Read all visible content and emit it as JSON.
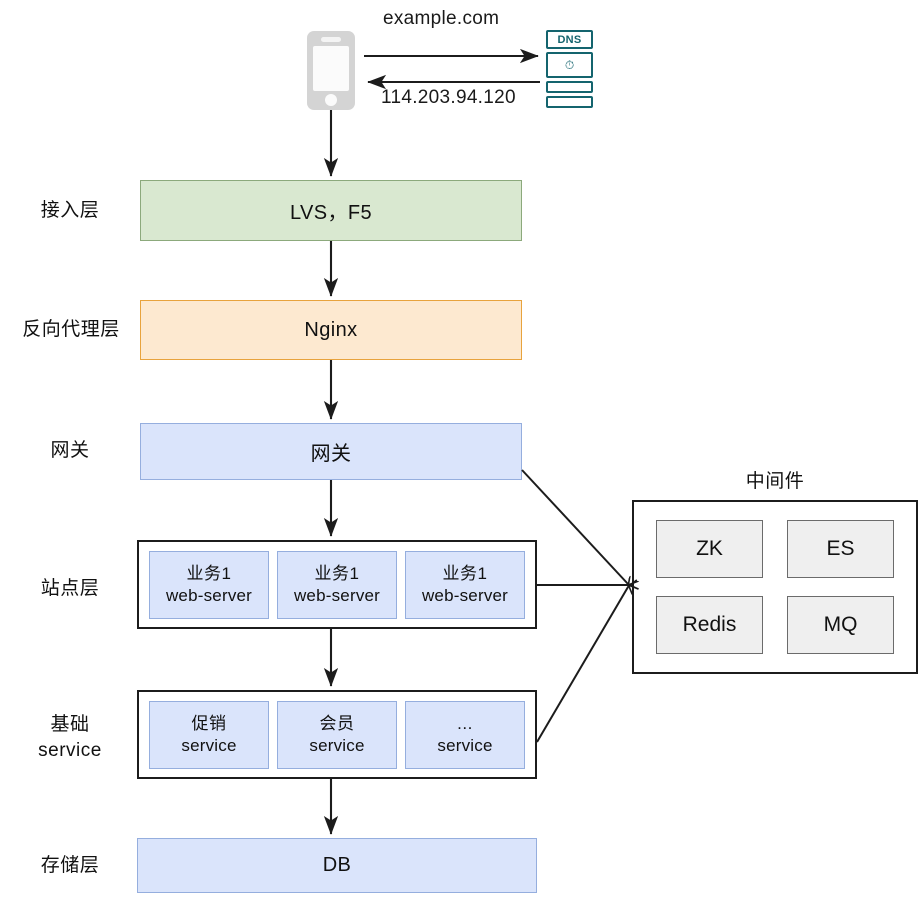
{
  "diagram": {
    "title_hidden": "",
    "top": {
      "request_label": "example.com",
      "response_label": "114.203.94.120",
      "client_icon": "mobile-phone-icon",
      "server_icon": "dns-server-icon",
      "server_label": "DNS",
      "server_glyph": "⏱"
    },
    "row_labels": {
      "access": "接入层",
      "reverse_proxy": "反向代理层",
      "gateway": "网关",
      "site": "站点层",
      "service": "基础\nservice",
      "storage": "存储层"
    },
    "layers": {
      "access": {
        "text": "LVS，F5",
        "fill": "#d9e8d0",
        "stroke": "#8ca97c"
      },
      "reverse_proxy": {
        "text": "Nginx",
        "fill": "#fde9d0",
        "stroke": "#e8a33d"
      },
      "gateway": {
        "text": "网关",
        "fill": "#dae4fb",
        "stroke": "#95aede"
      },
      "storage": {
        "text": "DB",
        "fill": "#dae4fb",
        "stroke": "#95aede"
      }
    },
    "site_cells": [
      {
        "line1": "业务1",
        "line2": "web-server"
      },
      {
        "line1": "业务1",
        "line2": "web-server"
      },
      {
        "line1": "业务1",
        "line2": "web-server"
      }
    ],
    "service_cells": [
      {
        "line1": "促销",
        "line2": "service"
      },
      {
        "line1": "会员",
        "line2": "service"
      },
      {
        "line1": "...",
        "line2": "service"
      }
    ],
    "middleware": {
      "title": "中间件",
      "cells": [
        "ZK",
        "ES",
        "Redis",
        "MQ"
      ],
      "cell_fill": "#efefef",
      "cell_stroke": "#6b6b6b"
    },
    "colors": {
      "line": "#1c1c1c",
      "text": "#111111",
      "dns_accent": "#14646e",
      "phone_body": "#d4d4d4"
    }
  }
}
